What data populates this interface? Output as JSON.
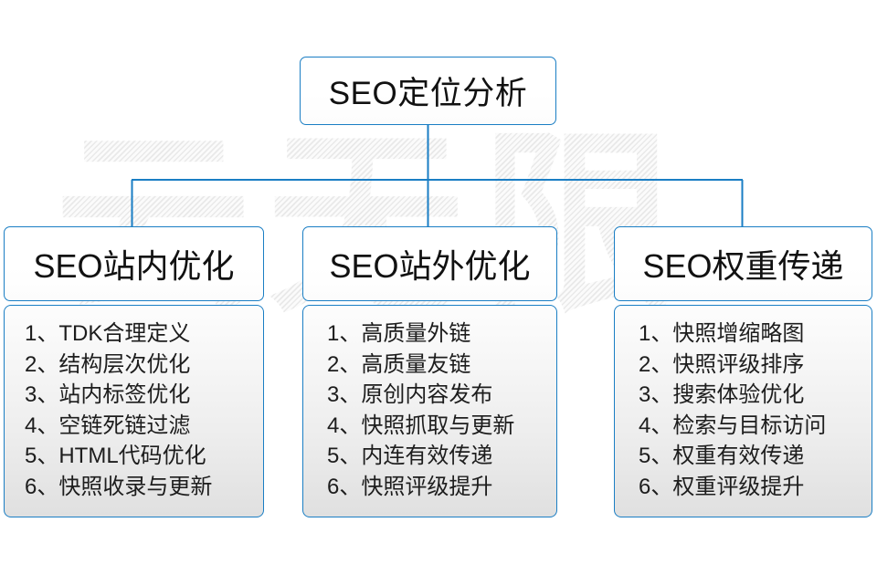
{
  "watermark": {
    "text": "云无限"
  },
  "diagram": {
    "root": {
      "title": "SEO定位分析"
    },
    "branches": [
      {
        "title": "SEO站内优化",
        "items": [
          "1、TDK合理定义",
          "2、结构层次优化",
          "3、站内标签优化",
          "4、空链死链过滤",
          "5、HTML代码优化",
          "6、快照收录与更新"
        ]
      },
      {
        "title": "SEO站外优化",
        "items": [
          "1、高质量外链",
          "2、高质量友链",
          "3、原创内容发布",
          "4、快照抓取与更新",
          "5、内连有效传递",
          "6、快照评级提升"
        ]
      },
      {
        "title": "SEO权重传递",
        "items": [
          "1、快照增缩略图",
          "2、快照评级排序",
          "3、搜索体验优化",
          "4、检索与目标访问",
          "5、权重有效传递",
          "6、权重评级提升"
        ]
      }
    ]
  },
  "colors": {
    "border_blue": "#1a7ec4",
    "connector_blue": "#1a7ec4",
    "text_dark": "#111111",
    "panel_top": "#fdfdfd",
    "panel_bottom": "#e0e0e0",
    "background": "#ffffff",
    "watermark_gray": "#e9e9e9"
  }
}
